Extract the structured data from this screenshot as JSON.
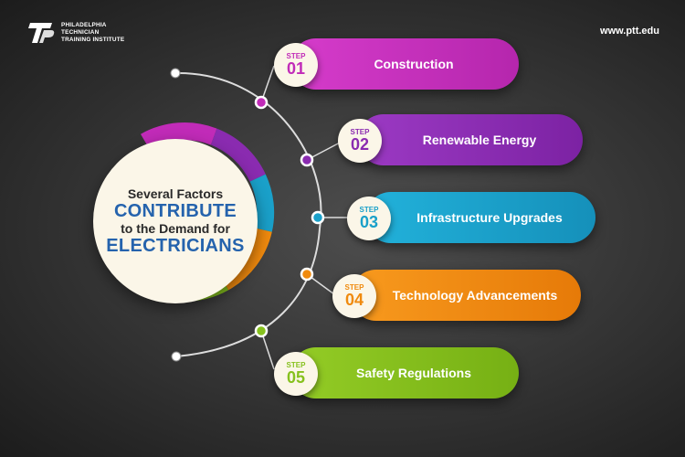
{
  "header": {
    "org_line1": "PHILADELPHIA",
    "org_line2": "TECHNICIAN",
    "org_line3": "TRAINING INSTITUTE",
    "url": "www.ptt.edu"
  },
  "center": {
    "line1": "Several Factors",
    "line2": "CONTRIBUTE",
    "line3": "to the Demand for",
    "line4": "ELECTRICIANS"
  },
  "steps": [
    {
      "label": "STEP",
      "number": "01",
      "title": "Construction",
      "color": "#c12bb8"
    },
    {
      "label": "STEP",
      "number": "02",
      "title": "Renewable Energy",
      "color": "#8a2bb0"
    },
    {
      "label": "STEP",
      "number": "03",
      "title": "Infrastructure Upgrades",
      "color": "#1aa0c9"
    },
    {
      "label": "STEP",
      "number": "04",
      "title": "Technology Advancements",
      "color": "#f08a0e"
    },
    {
      "label": "STEP",
      "number": "05",
      "title": "Safety Regulations",
      "color": "#86c11e"
    }
  ],
  "colors": {
    "background": "#3a3a3a",
    "circle_fill": "#fbf6e8",
    "center_accent": "#2563ad",
    "connector": "#dddddd"
  }
}
